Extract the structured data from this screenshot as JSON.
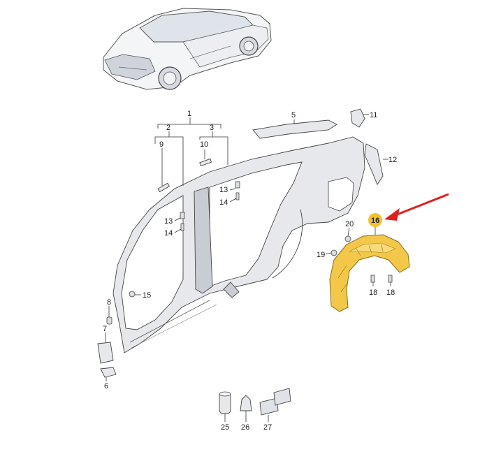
{
  "diagram": {
    "callouts": {
      "c1": "1",
      "c2": "2",
      "c3": "3",
      "c5": "5",
      "c6": "6",
      "c7": "7",
      "c8": "8",
      "c9": "9",
      "c10": "10",
      "c11": "11",
      "c12": "12",
      "c13a": "13",
      "c14a": "14",
      "c13b": "13",
      "c14b": "14",
      "c15": "15",
      "c16": "16",
      "c18a": "18",
      "c18b": "18",
      "c19": "19",
      "c20": "20",
      "c25": "25",
      "c26": "26",
      "c27": "27"
    },
    "colors": {
      "highlight_part": "#f3c84a",
      "highlight_badge": "#f2c230",
      "arrow": "#e0201c",
      "body_panel": "#e6e8ec",
      "line": "#444444"
    },
    "highlighted_part": "16"
  }
}
